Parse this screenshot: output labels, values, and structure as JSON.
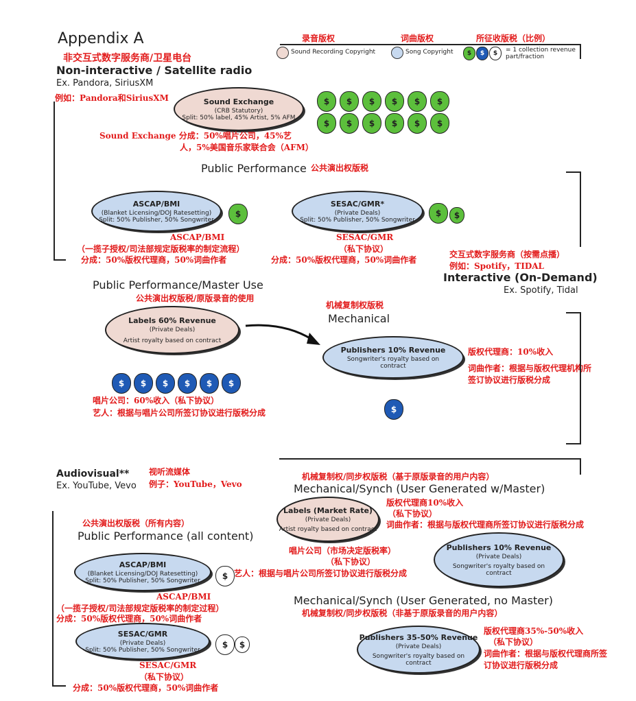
{
  "title": "Appendix A",
  "legend": {
    "sound_cn": "录音版权",
    "song_cn": "词曲版权",
    "collect_cn": "所征收版税（比例）",
    "sound": "Sound Recording Copyright",
    "song": "Song Copyright",
    "collect": "= 1 collection revenue part/fraction",
    "colors": {
      "sound": "#efd9d2",
      "song": "#c7d9ef",
      "bag_green": "#5cbf3c",
      "bag_blue": "#1f5ab5"
    }
  },
  "noninteractive": {
    "cn": "非交互式数字服务商/卫星电台",
    "title": "Non-interactive / Satellite radio",
    "ex": "Ex. Pandora, SiriusXM",
    "ex_cn": "例如：Pandora和SiriusXM",
    "se": {
      "name": "Sound Exchange",
      "sub": "(CRB Statutory)",
      "split": "Split: 50% label, 45% Artist, 5% AFM",
      "cn1": "Sound Exchange 分成：50%唱片公司，45%艺",
      "cn2": "人，5%美国音乐家联合会（AFM）"
    },
    "pp": "Public Performance",
    "pp_cn": "公共演出权版税",
    "ascap": {
      "name": "ASCAP/BMI",
      "sub": "(Blanket Licensing/DOJ Ratesetting)",
      "split": "Split: 50% Publisher, 50% Songwriter",
      "cn1": "ASCAP/BMI",
      "cn2": "（一揽子授权/司法部规定版税率的制定流程）",
      "cn3": "分成：50%版权代理商，50%词曲作者"
    },
    "sesac": {
      "name": "SESAC/GMR*",
      "sub": "(Private Deals)",
      "split": "Split: 50% Publisher, 50% Songwriter",
      "cn1": "SESAC/GMR",
      "cn2": "（私下协议）",
      "cn3": "分成：50%版权代理商，50%词曲作者"
    }
  },
  "interactive": {
    "cn": "交互式数字服务商（按需点播）",
    "ex_cn": "例如：Spotify，TIDAL",
    "title": "Interactive (On-Demand)",
    "ex": "Ex. Spotify, Tidal",
    "ppmu": "Public Performance/Master Use",
    "ppmu_cn": "公共演出权版税/原版录音的使用",
    "labels": {
      "name": "Labels 60% Revenue",
      "sub": "(Private Deals)",
      "desc": "Artist royalty based on contract",
      "cn1": "唱片公司：60%收入（私下协议）",
      "cn2": "艺人：根据与唱片公司所签订协议进行版税分成"
    },
    "mech_cn": "机械复制权版税",
    "mech": "Mechanical",
    "pub": {
      "name": "Publishers 10% Revenue",
      "desc": "Songwriter's royalty based on contract",
      "cn1": "版权代理商：10%收入",
      "cn2": "词曲作者：根据与版权代理机构所",
      "cn3": "签订协议进行版税分成"
    }
  },
  "av": {
    "title": "Audiovisual**",
    "cn": "视听流媒体",
    "ex": "Ex. YouTube, Vevo",
    "ex_cn": "例子：YouTube，Vevo",
    "pp_cn": "公共演出权版税（所有内容）",
    "pp": "Public Performance (all content)",
    "ascap": {
      "name": "ASCAP/BMI",
      "sub": "(Blanket Licensing/DOJ Ratesetting)",
      "split": "Split: 50% Publisher, 50% Songwriter",
      "cn1": "ASCAP/BMI",
      "cn2": "（一揽子授权/司法部规定版税率的制定过程）",
      "cn3": "分成：50%版权代理商，50%词曲作者"
    },
    "sesac": {
      "name": "SESAC/GMR",
      "sub": "(Private Deals)",
      "split": "Split: 50% Publisher, 50% Songwriter",
      "cn1": "SESAC/GMR",
      "cn2": "（私下协议）",
      "cn3": "分成：50%版权代理商，50%词曲作者"
    },
    "m1_cn": "机械复制权/同步权版税（基于原版录音的用户内容）",
    "m1": "Mechanical/Synch (User Generated w/Master)",
    "lab": {
      "name": "Labels (Market Rate)",
      "sub": "(Private Deals)",
      "desc": "Artist royalty based on contract",
      "cn1": "唱片公司（市场决定版税率）",
      "cn2": "（私下协议）",
      "cn3": "艺人：根据与唱片公司所签订协议进行版税分成"
    },
    "pub1": {
      "name": "Publishers 10% Revenue",
      "sub": "(Private Deals)",
      "desc": "Songwriter's royalty based on contract",
      "cn1": "版权代理商10%收入",
      "cn2": "（私下协议）",
      "cn3": "词曲作者：根据与版权代理商所签订协议进行版税分成"
    },
    "m2": "Mechanical/Synch (User Generated, no Master)",
    "m2_cn": "机械复制权/同步权版税（非基于原版录音的用户内容）",
    "pub2": {
      "name": "Publishers 35-50% Revenue",
      "sub": "(Private Deals)",
      "desc": "Songwriter's royalty based on contract",
      "cn1": "版权代理商35%-50%收入",
      "cn2": "（私下协议）",
      "cn3": "词曲作者：根据与版权代理商所签",
      "cn4": "订协议进行版税分成"
    }
  }
}
